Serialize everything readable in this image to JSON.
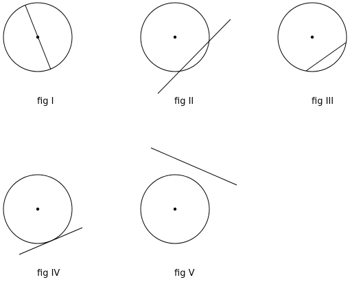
{
  "figures": [
    {
      "caption": "fig I"
    },
    {
      "caption": "fig II"
    },
    {
      "caption": "fig III"
    },
    {
      "caption": "fig IV"
    },
    {
      "caption": "fig V"
    }
  ],
  "colors": {
    "stroke": "#000000",
    "background": "#ffffff"
  }
}
